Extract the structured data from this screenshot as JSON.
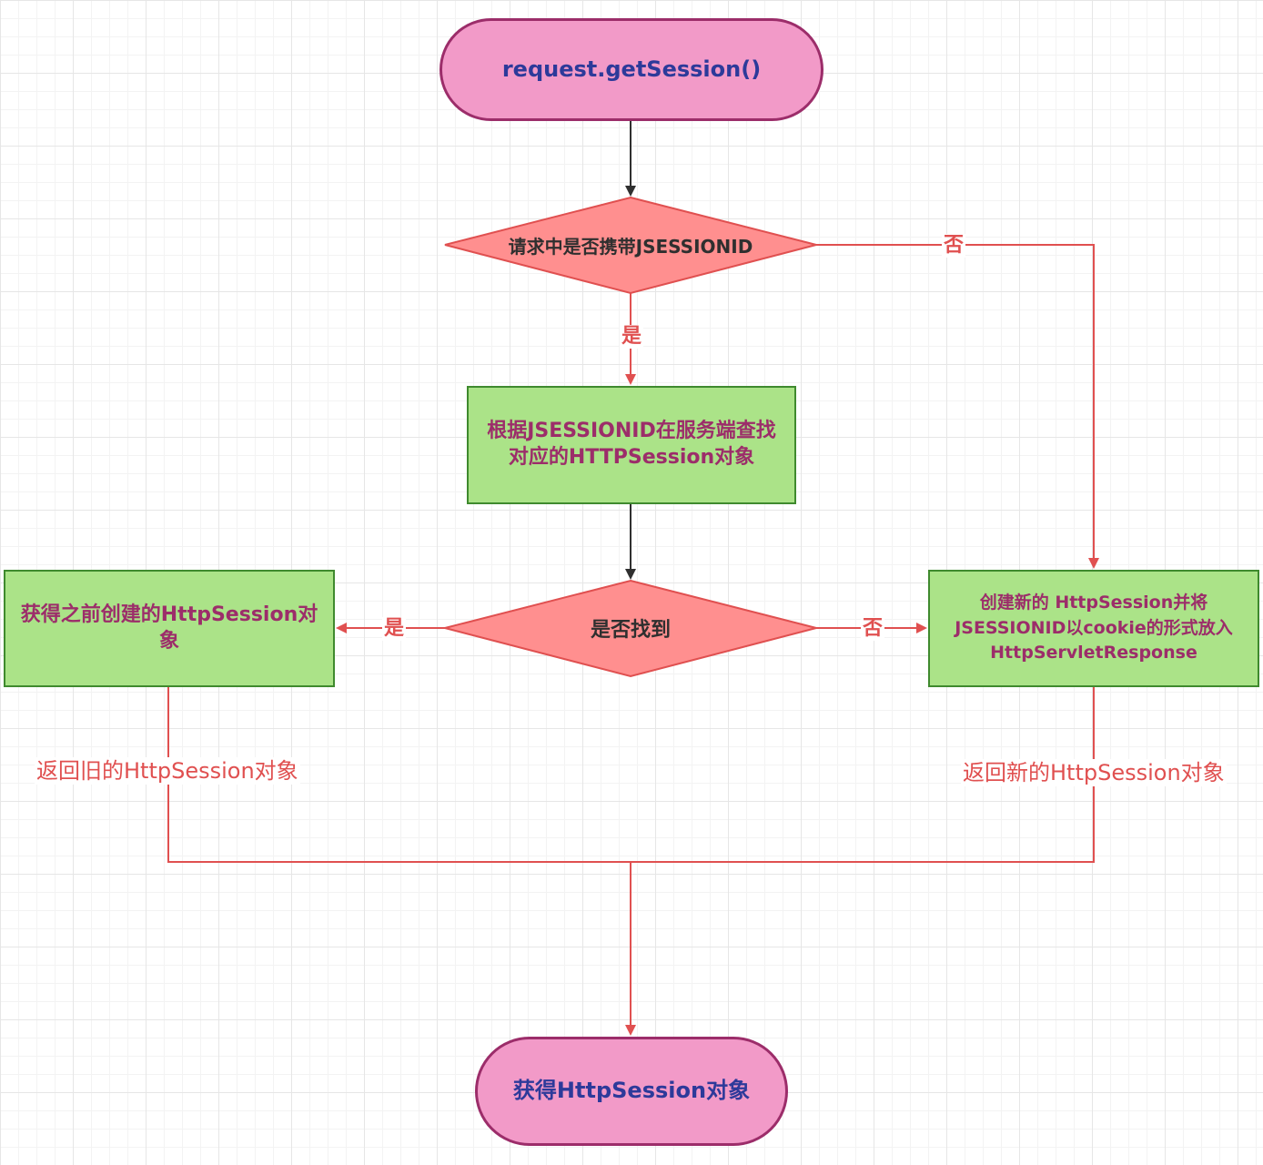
{
  "nodes": {
    "start": "request.getSession()",
    "decision_has_id": "请求中是否携带JSESSIONID",
    "lookup": "根据JSESSIONID在服务端查找对应的HTTPSession对象",
    "decision_found": "是否找到",
    "get_previous": "获得之前创建的HttpSession对象",
    "create_new": "创建新的 HttpSession并将JSESSIONID以cookie的形式放入HttpServletResponse",
    "end": "获得HttpSession对象"
  },
  "edge_labels": {
    "has_id_no": "否",
    "has_id_yes": "是",
    "found_yes": "是",
    "found_no": "否",
    "return_old": "返回旧的HttpSession对象",
    "return_new": "返回新的HttpSession对象"
  },
  "colors": {
    "terminal_fill": "#f29ac8",
    "terminal_border": "#9c2d6a",
    "process_fill": "#abe388",
    "process_border": "#3f8a2e",
    "decision_fill": "#ff8f8f",
    "decision_border": "#e05050",
    "arrow_dark": "#2f2f2f",
    "arrow_red": "#e05050"
  }
}
